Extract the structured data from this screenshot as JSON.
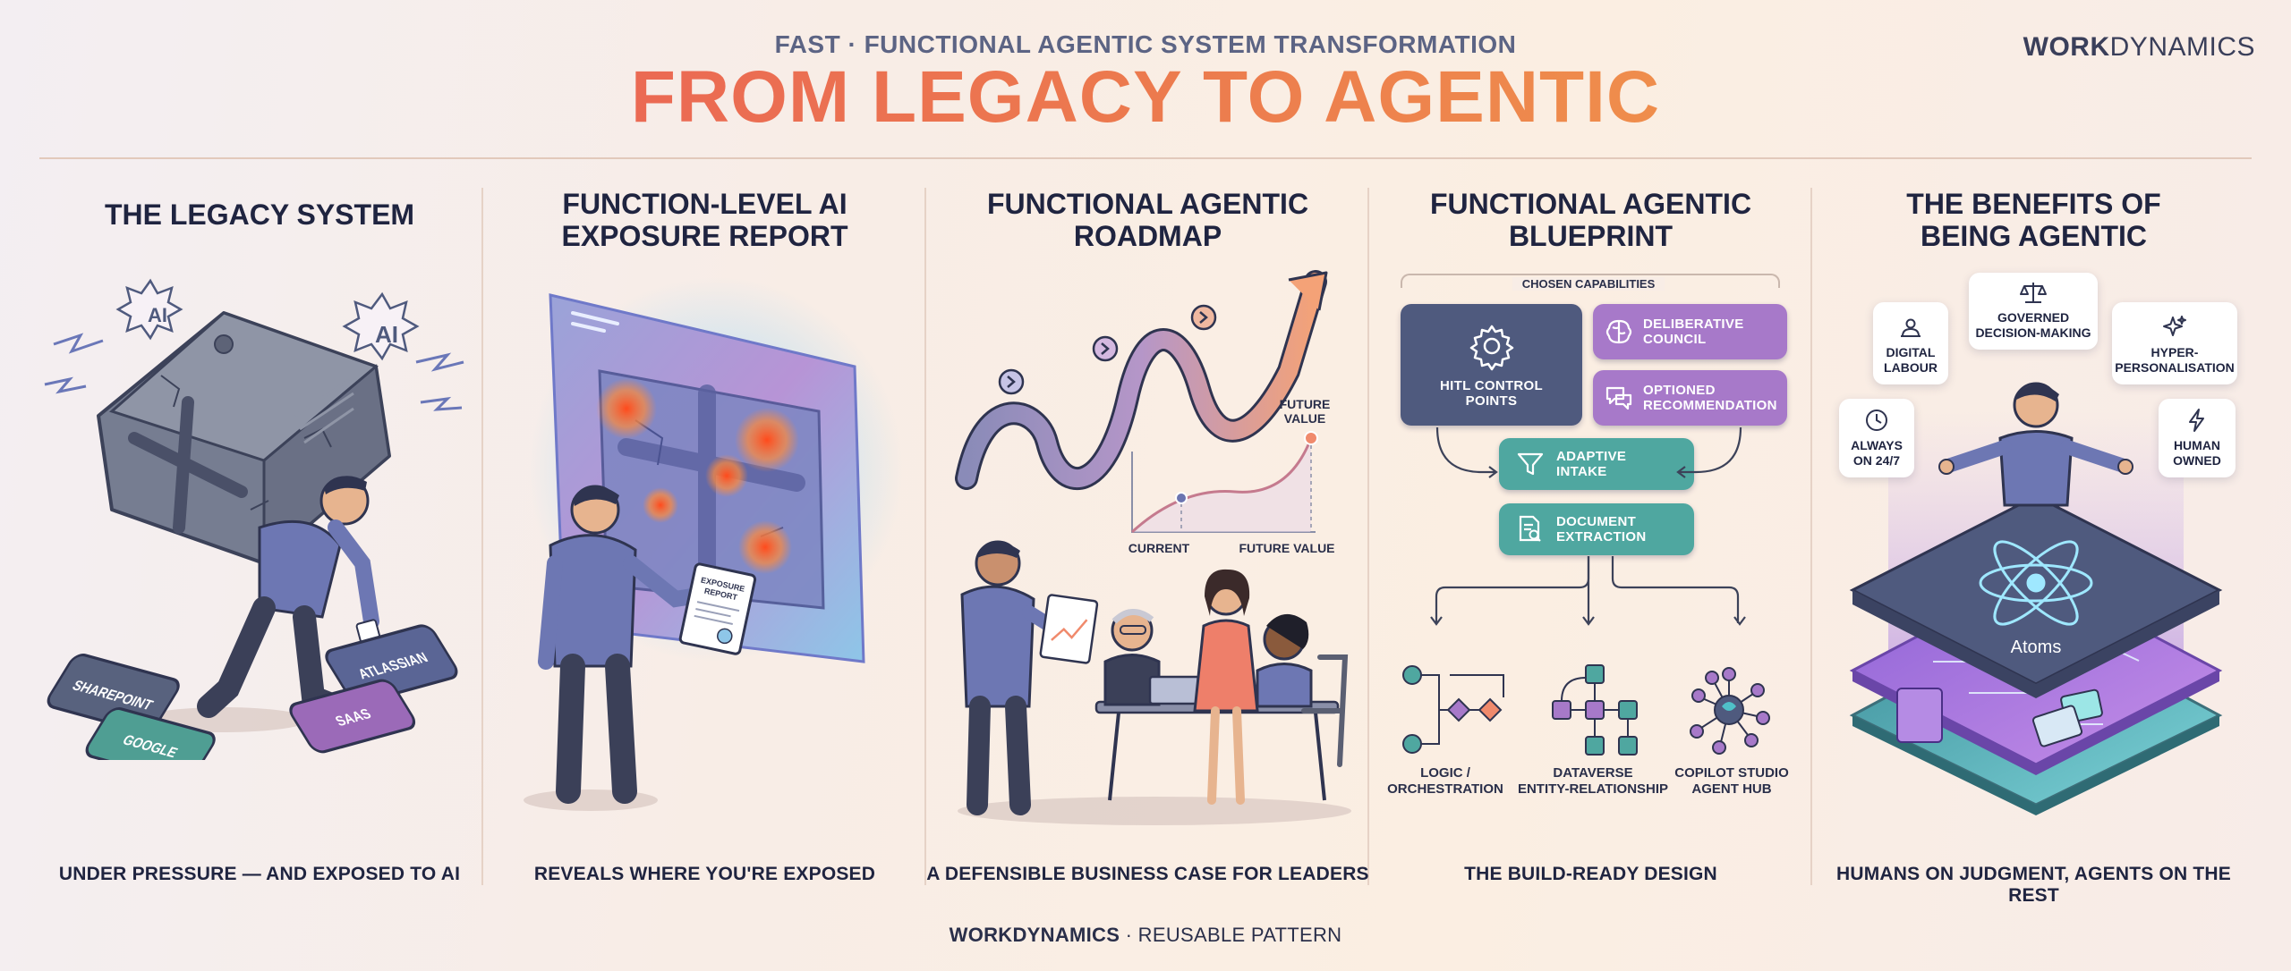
{
  "header": {
    "kicker": "FAST · FUNCTIONAL AGENTIC SYSTEM TRANSFORMATION",
    "title": "FROM LEGACY TO AGENTIC",
    "brand_bold": "WORK",
    "brand_rest": "DYNAMICS"
  },
  "columns": [
    {
      "title_l1": "THE LEGACY SYSTEM",
      "title_l2": "",
      "caption": "UNDER PRESSURE — AND EXPOSED TO AI"
    },
    {
      "title_l1": "FUNCTION-LEVEL AI",
      "title_l2": "EXPOSURE REPORT",
      "caption": "REVEALS WHERE YOU'RE EXPOSED"
    },
    {
      "title_l1": "FUNCTIONAL AGENTIC",
      "title_l2": "ROADMAP",
      "caption": "A DEFENSIBLE BUSINESS CASE FOR LEADERS"
    },
    {
      "title_l1": "FUNCTIONAL AGENTIC",
      "title_l2": "BLUEPRINT",
      "caption": "THE BUILD-READY DESIGN"
    },
    {
      "title_l1": "THE BENEFITS OF",
      "title_l2": "BEING AGENTIC",
      "caption": "HUMANS ON JUDGMENT, AGENTS ON THE REST"
    }
  ],
  "legacy": {
    "ai_badge_1": "AI",
    "ai_badge_2": "AI",
    "tiles": [
      "SHAREPOINT",
      "ATLASSIAN",
      "GOOGLE",
      "SAAS"
    ]
  },
  "exposure": {
    "report_l1": "EXPOSURE",
    "report_l2": "REPORT"
  },
  "roadmap": {
    "future_value_l1": "FUTURE",
    "future_value_l2": "VALUE",
    "x_current": "CURRENT",
    "x_future": "FUTURE VALUE"
  },
  "blueprint": {
    "group_label": "CHOSEN CAPABILITIES",
    "hitl_l1": "HITL CONTROL",
    "hitl_l2": "POINTS",
    "deliberative_l1": "DELIBERATIVE",
    "deliberative_l2": "COUNCIL",
    "optioned_l1": "OPTIONED",
    "optioned_l2": "RECOMMENDATION",
    "adaptive_l1": "ADAPTIVE",
    "adaptive_l2": "INTAKE",
    "document_l1": "DOCUMENT",
    "document_l2": "EXTRACTION",
    "logic_l1": "LOGIC /",
    "logic_l2": "ORCHESTRATION",
    "dataverse_l1": "DATAVERSE",
    "dataverse_l2": "ENTITY-RELATIONSHIP",
    "copilot_l1": "COPILOT STUDIO",
    "copilot_l2": "AGENT HUB",
    "colors": {
      "navy": "#4f5a7e",
      "purple": "#a779c9",
      "teal": "#4fa7a0"
    }
  },
  "benefits": {
    "digital_l1": "DIGITAL",
    "digital_l2": "LABOUR",
    "governed_l1": "GOVERNED",
    "governed_l2": "DECISION-MAKING",
    "hyper_l1": "HYPER-",
    "hyper_l2": "PERSONALISATION",
    "always_l1": "ALWAYS",
    "always_l2": "ON 24/7",
    "human_l1": "HUMAN",
    "human_l2": "OWNED",
    "platform_label": "Atoms"
  },
  "footer": {
    "brand": "WORKDYNAMICS",
    "rest": " · REUSABLE PATTERN"
  }
}
